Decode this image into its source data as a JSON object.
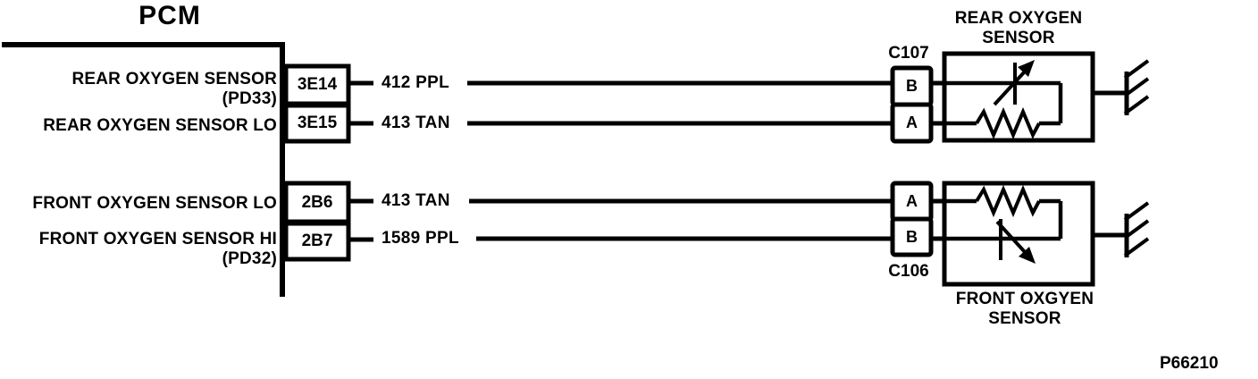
{
  "colors": {
    "ink": "#000000",
    "background": "#ffffff"
  },
  "title": "PCM",
  "part_number": "P66210",
  "pcm": {
    "signals": [
      {
        "label": "REAR OXYGEN SENSOR",
        "sub": "(PD33)",
        "pin": "3E14",
        "wire": "412 PPL"
      },
      {
        "label": "REAR OXYGEN SENSOR LO",
        "pin": "3E15",
        "wire": "413 TAN"
      },
      {
        "label": "FRONT OXYGEN SENSOR LO",
        "pin": "2B6",
        "wire": "413 TAN"
      },
      {
        "label": "FRONT OXYGEN SENSOR HI",
        "sub": "(PD32)",
        "pin": "2B7",
        "wire": "1589 PPL"
      }
    ]
  },
  "connectors": [
    {
      "name": "C107",
      "pin_top": "B",
      "pin_bottom": "A"
    },
    {
      "name": "C106",
      "pin_top": "A",
      "pin_bottom": "B"
    }
  ],
  "sensors": [
    {
      "title_line1": "REAR OXYGEN",
      "title_line2": "SENSOR"
    },
    {
      "title_line1": "FRONT OXGYEN",
      "title_line2": "SENSOR"
    }
  ]
}
